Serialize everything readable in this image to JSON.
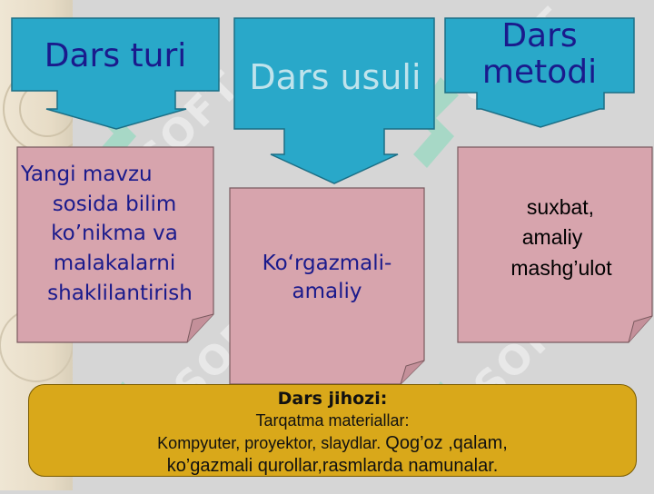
{
  "headers": {
    "type": "Dars  turi",
    "method": "Dars usuli",
    "technique_line1": "Dars",
    "technique_line2": "metodi"
  },
  "notes": {
    "type": [
      "Yangi  mavzu",
      "sosida bilim",
      "ko’nikma va",
      "malakalarni",
      "shaklilantirish"
    ],
    "method": [
      "Ko‘rgazmali-",
      "amaliy"
    ],
    "technique": [
      "suxbat,",
      "amaliy",
      "mashg’ulot"
    ]
  },
  "equipment": {
    "title": "Dars jihozi:",
    "line1": "Tarqatma materiallar:",
    "line2_a": "Kompyuter, proyektor, slaydlar. ",
    "line2_b": "Qog’oz ,qalam,",
    "line3": "ko’gazmali qurollar,rasmlarda namunalar."
  },
  "watermark": {
    "text": "SOFT"
  },
  "colors": {
    "header_fill": "#29a8c9",
    "note_fill": "#d7a4ad",
    "equipment_fill": "#d9a81a",
    "header_text": "#1a1a8c"
  }
}
